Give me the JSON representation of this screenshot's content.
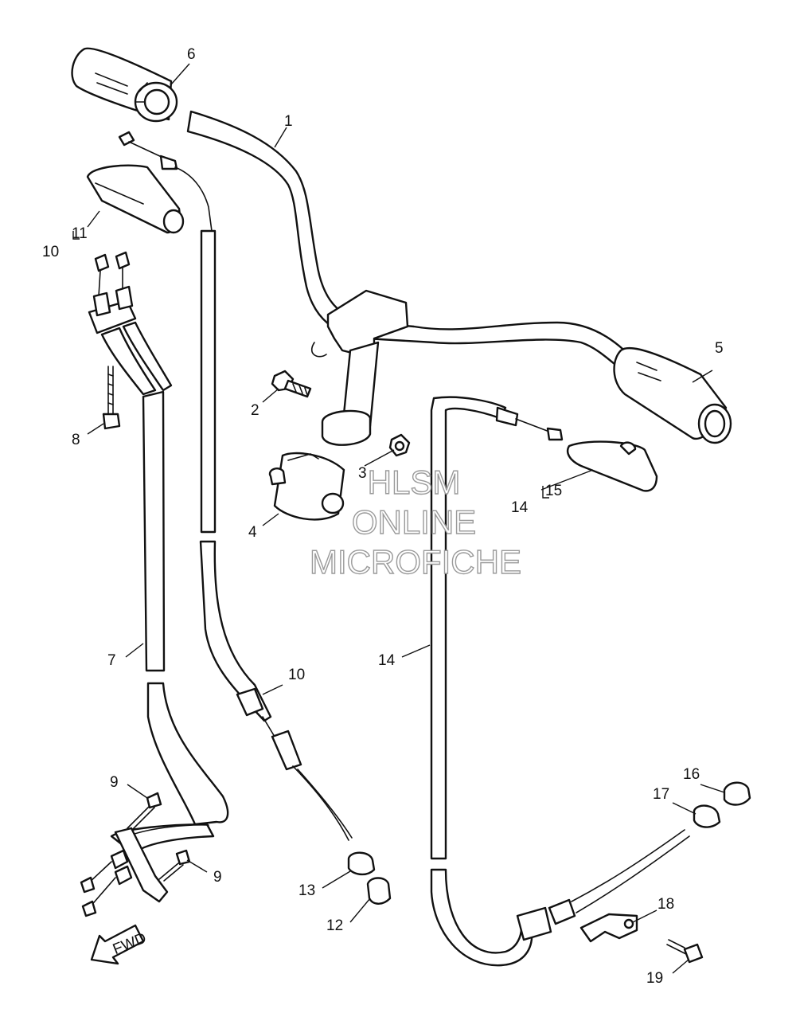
{
  "callouts": {
    "c1": "1",
    "c2": "2",
    "c3": "3",
    "c4": "4",
    "c5": "5",
    "c6": "6",
    "c7": "7",
    "c8": "8",
    "c9a": "9",
    "c9b": "9",
    "c10a": "10",
    "c10b": "10",
    "c11": "11",
    "c12": "12",
    "c13": "13",
    "c14a": "14",
    "c14b": "14",
    "c15": "15",
    "c16": "16",
    "c17": "17",
    "c18": "18",
    "c19": "19"
  },
  "fwd_label": "FWD",
  "watermark": {
    "line1": "HLSM",
    "line2": "ONLINE",
    "line3": "MICROFICHE"
  },
  "colors": {
    "line": "#111111",
    "background": "#ffffff",
    "watermark_outline": "#9a9a9a"
  }
}
